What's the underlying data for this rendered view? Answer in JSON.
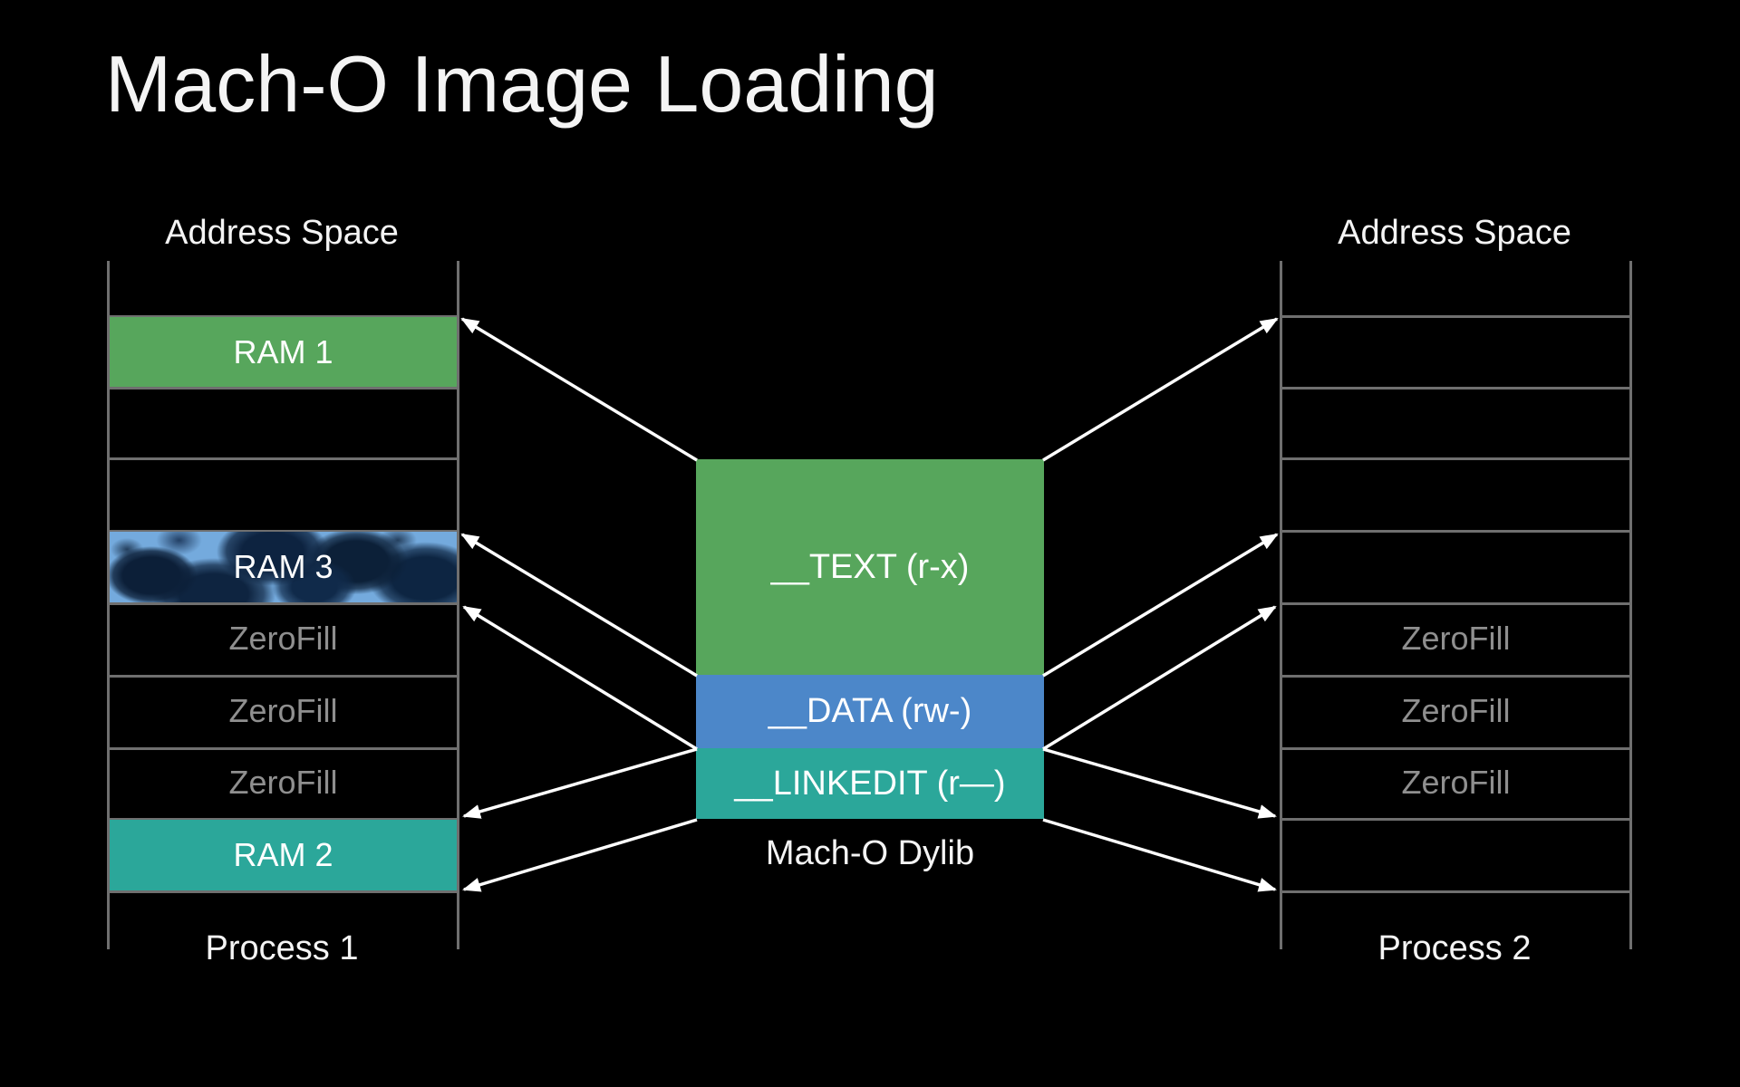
{
  "slide": {
    "title": "Mach-O Image Loading"
  },
  "process1": {
    "header": "Address Space",
    "footer": "Process 1",
    "blocks": {
      "ram1": "RAM 1",
      "ram3": "RAM 3",
      "ram2": "RAM 2"
    },
    "zerofill": [
      "ZeroFill",
      "ZeroFill",
      "ZeroFill"
    ]
  },
  "process2": {
    "header": "Address Space",
    "footer": "Process 2",
    "zerofill": [
      "ZeroFill",
      "ZeroFill",
      "ZeroFill"
    ]
  },
  "dylib": {
    "caption": "Mach-O Dylib",
    "segments": [
      {
        "label": "__TEXT (r-x)"
      },
      {
        "label": "__DATA (rw-)"
      },
      {
        "label": "__LINKEDIT (r—)"
      }
    ]
  },
  "arrows": [
    {
      "from": "__TEXT top-left",
      "to": "Process 1 / RAM 1 top-right"
    },
    {
      "from": "__TEXT bottom-left",
      "to": "Process 1 / RAM 3 top-right"
    },
    {
      "from": "__DATA-__LINKEDIT boundary left",
      "to": "Process 1 / first ZeroFill top-right"
    },
    {
      "from": "__DATA-__LINKEDIT boundary left",
      "to": "Process 1 / RAM 2 top-right"
    },
    {
      "from": "__LINKEDIT bottom-left",
      "to": "Process 1 / RAM 2 bottom-right"
    },
    {
      "from": "__TEXT top-right",
      "to": "Process 2 / row 1 top-left"
    },
    {
      "from": "__TEXT bottom-right",
      "to": "Process 2 / row 4 top-left"
    },
    {
      "from": "__DATA-__LINKEDIT boundary right",
      "to": "Process 2 / first ZeroFill top-left"
    },
    {
      "from": "__DATA-__LINKEDIT boundary right",
      "to": "Process 2 / last ZeroFill bottom-left"
    },
    {
      "from": "__LINKEDIT bottom-right",
      "to": "Process 2 / row 8 bottom-left"
    }
  ],
  "colors": {
    "background": "#000000",
    "text_segment_green": "#57a65c",
    "data_segment_blue": "#4c87c9",
    "linkedit_segment_teal": "#2ba79a",
    "ram3_page_blue": "#74aadd",
    "grid_line_gray": "#6f6f6f",
    "zerofill_text_gray": "#8f8f8f",
    "label_white": "#f4f4f4",
    "arrow_white": "#ffffff"
  }
}
